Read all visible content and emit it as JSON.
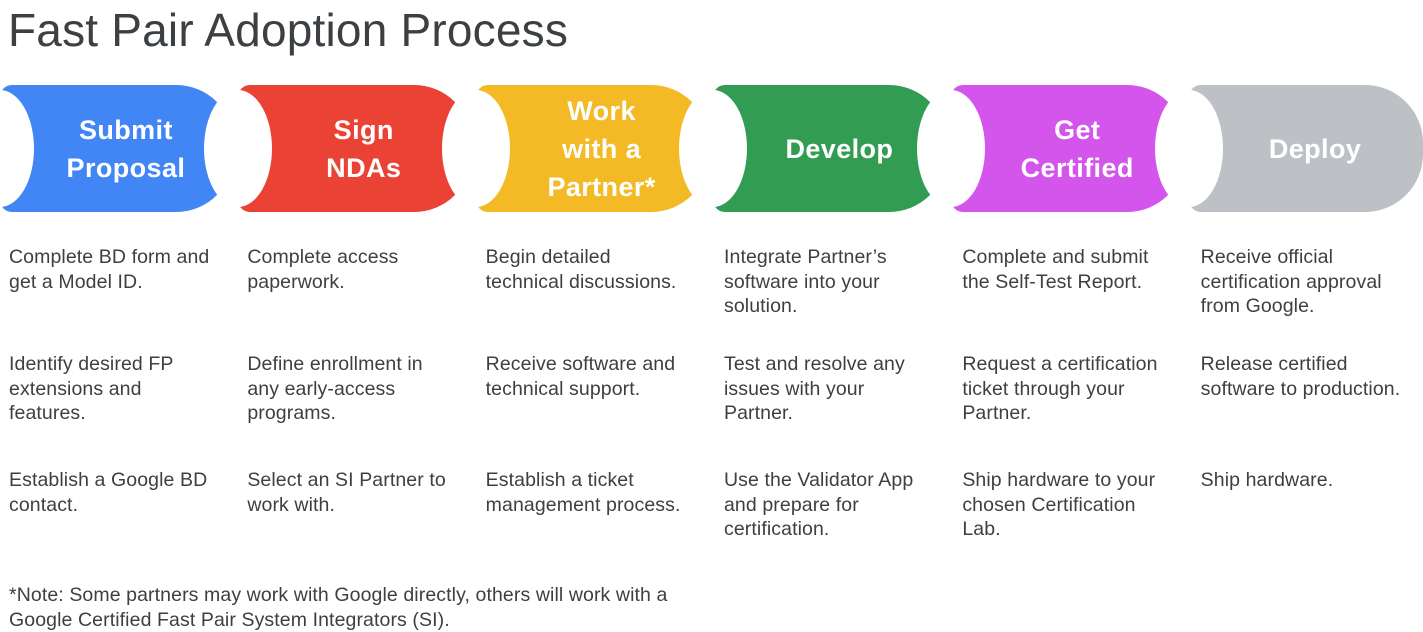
{
  "title": "Fast Pair Adoption Process",
  "text_color": "#3c4043",
  "stages": [
    {
      "label": "Submit\nProposal",
      "color": "#4285F4",
      "steps": [
        "Complete BD form and get a Model ID.",
        "Identify desired FP extensions and features.",
        "Establish a Google BD contact."
      ]
    },
    {
      "label": "Sign\nNDAs",
      "color": "#EA4335",
      "steps": [
        "Complete access paperwork.",
        "Define enrollment in any early-access programs.",
        "Select an SI Partner to work with."
      ]
    },
    {
      "label": "Work\nwith a\nPartner*",
      "color": "#F4BA26",
      "steps": [
        "Begin detailed technical discussions.",
        "Receive software and technical support.",
        "Establish a ticket management process."
      ]
    },
    {
      "label": "Develop",
      "color": "#339C53",
      "steps": [
        "Integrate Partner’s software into your solution.",
        "Test and resolve any issues with your Partner.",
        "Use the Validator App and prepare for certification."
      ]
    },
    {
      "label": "Get\nCertified",
      "color": "#D455EC",
      "steps": [
        "Complete and submit the Self-Test Report.",
        "Request a certification ticket through your Partner.",
        "Ship hardware to your chosen Certification Lab."
      ]
    },
    {
      "label": "Deploy",
      "color": "#BDC1C6",
      "steps": [
        "Receive official certification approval from Google.",
        "Release certified software to production.",
        "Ship hardware."
      ]
    }
  ],
  "note": "*Note: Some partners may work with Google directly, others will work with a Google Certified Fast Pair System Integrators (SI)."
}
